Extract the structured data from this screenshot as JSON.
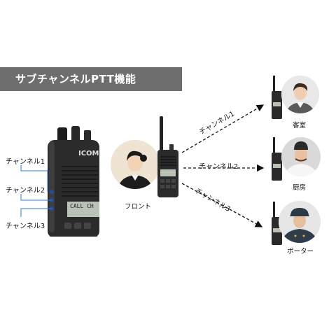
{
  "title": "サブチャンネルPTT機能",
  "side_labels": [
    "チャンネル1",
    "チャンネル2",
    "チャンネル3"
  ],
  "radio_brand": "ICOM",
  "radio_display_text": "CALL CH",
  "center": {
    "label": "フロント"
  },
  "channels": [
    {
      "label": "チャンネル1",
      "target": "客室"
    },
    {
      "label": "チャンネル2",
      "target": "厨房"
    },
    {
      "label": "チャンネル3",
      "target": "ポーター"
    }
  ]
}
